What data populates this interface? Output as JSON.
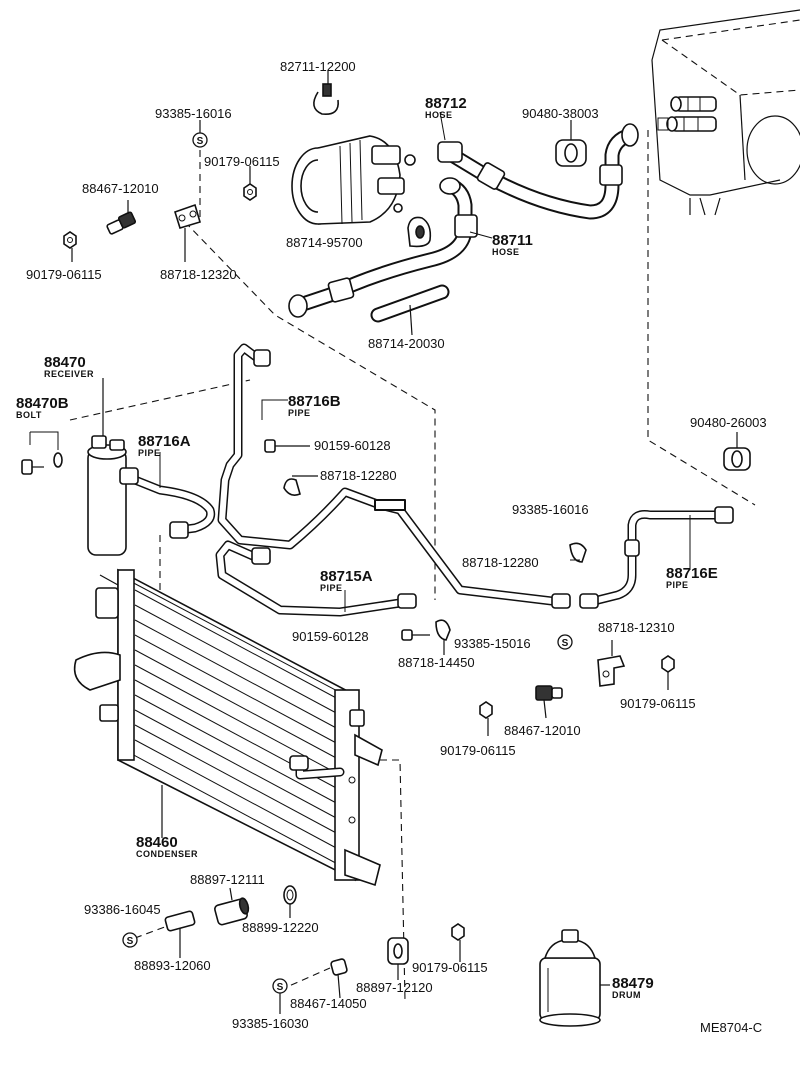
{
  "diagram_code": "ME8704-C",
  "seal_mark": "S",
  "labels": {
    "p82711_12200": "82711-12200",
    "p93385_16016_top": "93385-16016",
    "p88712": "88712",
    "p88712_sub": "HOSE",
    "p90480_38003": "90480-38003",
    "p90179_06115_a": "90179-06115",
    "p88467_12010_a": "88467-12010",
    "p90179_06115_b": "90179-06115",
    "p88718_12320": "88718-12320",
    "p88714_95700": "88714-95700",
    "p88711": "88711",
    "p88711_sub": "HOSE",
    "p88714_20030": "88714-20030",
    "p88470": "88470",
    "p88470_sub": "RECEIVER",
    "p88470b": "88470B",
    "p88470b_sub": "BOLT",
    "p88716b": "88716B",
    "p88716b_sub": "PIPE",
    "p88716a": "88716A",
    "p88716a_sub": "PIPE",
    "p90159_60128_a": "90159-60128",
    "p88718_12280_a": "88718-12280",
    "p90480_26003": "90480-26003",
    "p93385_16016_mid": "93385-16016",
    "p88718_12280_b": "88718-12280",
    "p88716e": "88716E",
    "p88716e_sub": "PIPE",
    "p88715a": "88715A",
    "p88715a_sub": "PIPE",
    "p90159_60128_b": "90159-60128",
    "p88718_14450": "88718-14450",
    "p93385_15016": "93385-15016",
    "p88718_12310": "88718-12310",
    "p90179_06115_c": "90179-06115",
    "p88467_12010_b": "88467-12010",
    "p90179_06115_d": "90179-06115",
    "p88460": "88460",
    "p88460_sub": "CONDENSER",
    "p88897_12111": "88897-12111",
    "p88899_12220": "88899-12220",
    "p93386_16045": "93386-16045",
    "p88893_12060": "88893-12060",
    "p90179_06115_e": "90179-06115",
    "p88897_12120": "88897-12120",
    "p88467_14050": "88467-14050",
    "p93385_16030": "93385-16030",
    "p88479": "88479",
    "p88479_sub": "DRUM"
  }
}
